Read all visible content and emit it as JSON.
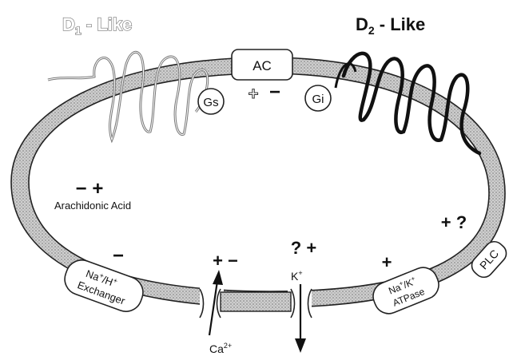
{
  "receptors": {
    "d1": {
      "prefix": "D",
      "sub": "1",
      "suffix": " - Like"
    },
    "d2": {
      "prefix": "D",
      "sub": "2",
      "suffix": " - Like"
    }
  },
  "membrane": {
    "ac": "AC",
    "gs": "Gs",
    "gi": "Gi",
    "ac_signs": {
      "plus": "+",
      "minus": "−"
    },
    "plc": "PLC"
  },
  "arachidonic": {
    "signs": "− +",
    "label": "Arachidonic Acid"
  },
  "plc_signs": "+ ?",
  "exchanger": {
    "sign": "−",
    "line1_parts": [
      "Na",
      "+",
      "/H",
      "+"
    ],
    "line2": "Exchanger"
  },
  "calcium": {
    "signs": "+ −",
    "ion": "Ca",
    "charge": "2+"
  },
  "potassium": {
    "signs": "?  +",
    "ion": "K",
    "charge": "+"
  },
  "atpase": {
    "sign": "+",
    "line1_parts": [
      "Na",
      "+",
      "/K",
      "+"
    ],
    "line2": "ATPase"
  },
  "colors": {
    "membrane_fill": "#bdbdbd",
    "membrane_edge": "#222222",
    "ink": "#111111",
    "d1_outline": "#888888"
  }
}
